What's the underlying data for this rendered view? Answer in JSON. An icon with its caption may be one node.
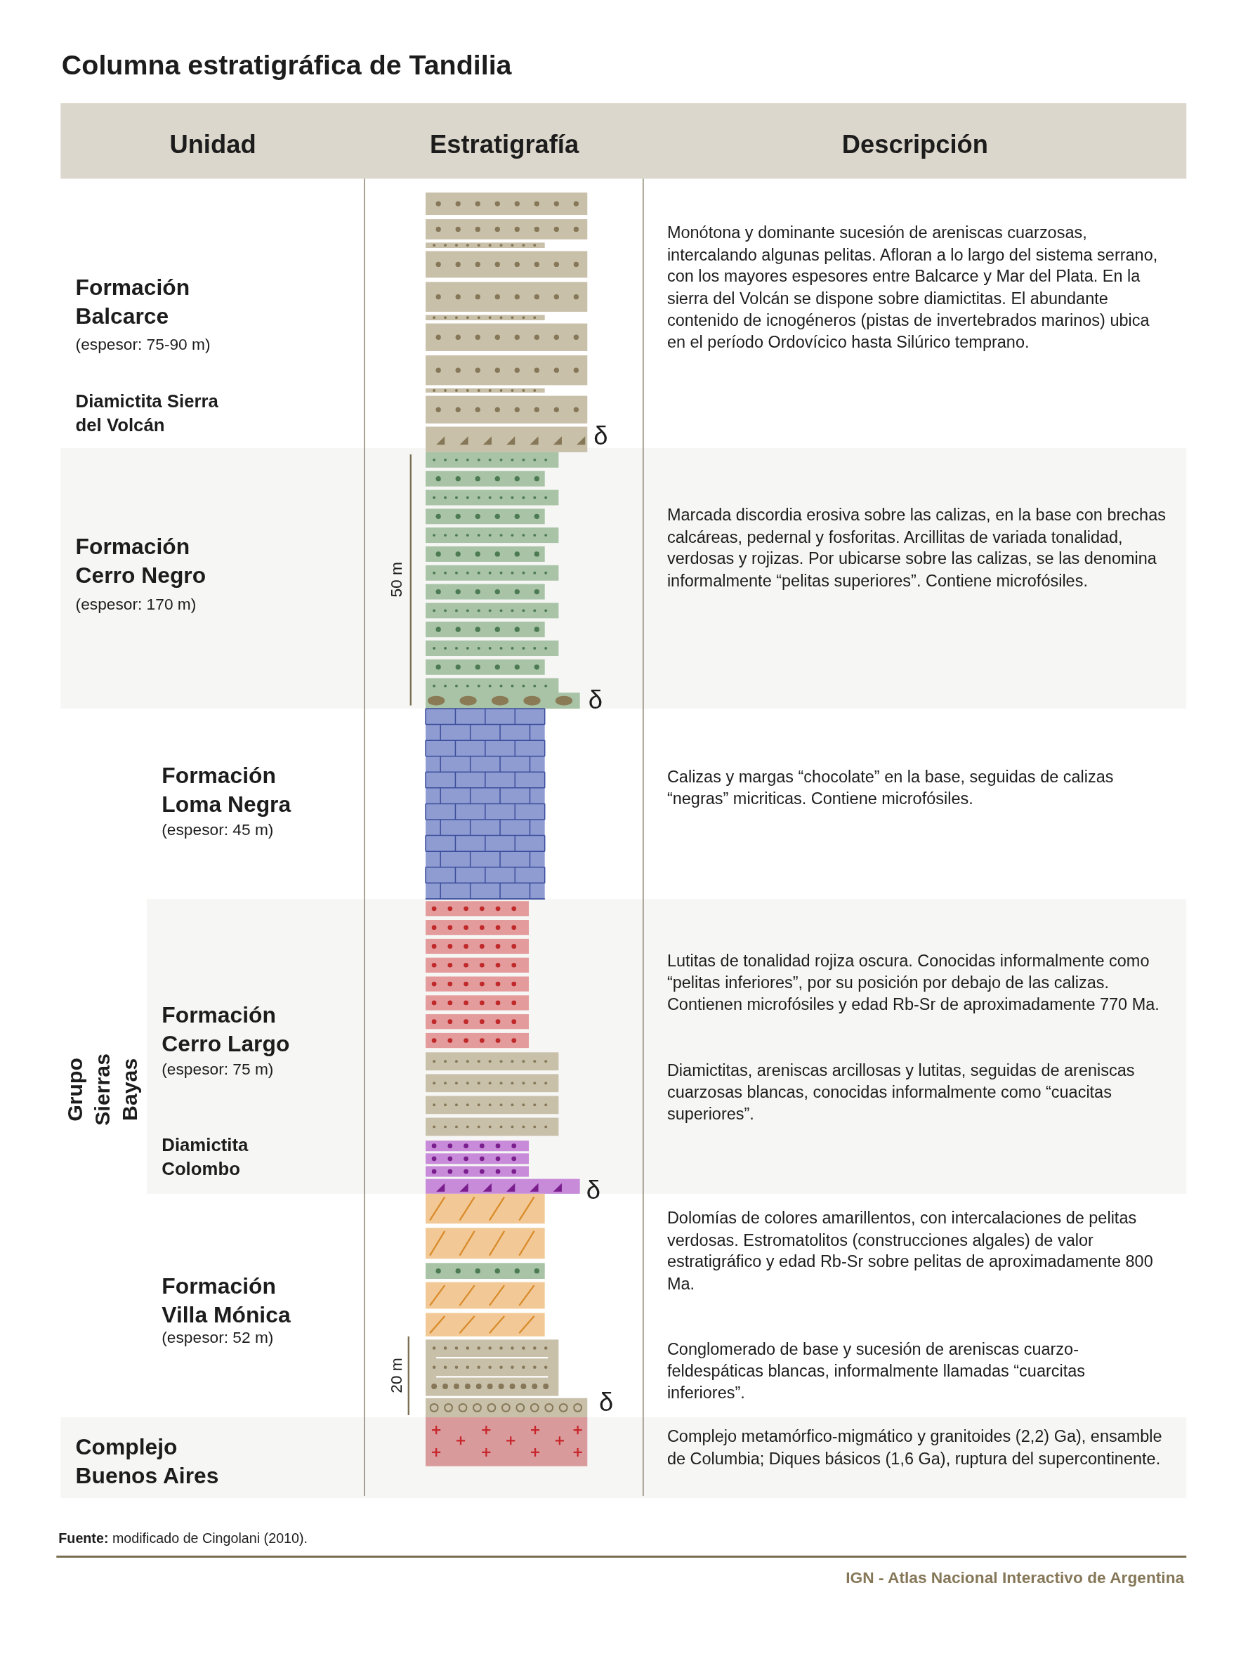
{
  "diagram": {
    "title": "Columna estratigráfica de Tandilia",
    "labels": [
      "Unidad",
      "Estratigrafía",
      "Descripción",
      "Formación Balcarce",
      "(espesor: 75-90 m)",
      "Diamictita Sierra del Volcán",
      "δ",
      "Monótona y dominante sucesión de areniscas cuarzosas, intercalando algunas pelitas. Afloran a lo largo del sistema serrano, con los mayores espesores entre Balcarce y Mar del Plata. En la sierra del Volcán se dispone sobre diamictitas. El abundante contenido de icnogéneros (pistas de invertebrados marinos) ubica en el período Ordovícico hasta Silúrico temprano.",
      "Formación Cerro Negro",
      "(espesor: 170 m)",
      "50 m",
      "δ",
      "Marcada discordia erosiva sobre las calizas, en la base con brechas calcáreas, pedernal y fosforitas. Arcillitas de variada tonalidad, verdosas y rojizas. Por ubicarse sobre las calizas, se las denomina informalmente “pelitas superiores”. Contiene microfósiles.",
      "Grupo Sierras Bayas",
      "Formación Loma Negra",
      "(espesor: 45 m)",
      "Calizas y margas “chocolate” en la base, seguidas de calizas “negras” micriticas. Contiene microfósiles.",
      "Formación Cerro Largo",
      "(espesor: 75 m)",
      "Diamictita Colombo",
      "δ",
      "Lutitas de tonalidad rojiza oscura. Conocidas informalmente como “pelitas inferiores”, por su posición por debajo de las calizas. Contienen microfósiles y edad Rb-Sr de aproximadamente 770 Ma.",
      "Diamictitas, areniscas arcillosas y lutitas, seguidas de areniscas cuarzosas blancas, conocidas informalmente como “cuacitas superiores”.",
      "Formación Villa Mónica",
      "(espesor: 52 m)",
      "20 m",
      "δ",
      "Dolomías de colores amarillentos, con intercalaciones de pelitas verdosas. Estromatolitos (construcciones algales) de valor estratigráfico y edad Rb-Sr sobre pelitas de aproximadamente 800 Ma.",
      "Conglomerado de base y sucesión de areniscas cuarzo-feldespáticas blancas, informalmente llamadas “cuarcitas inferiores”.",
      "Complejo Buenos Aires",
      "Complejo metamórfico-migmático y granitoides (2,2) Ga), ensamble de Columbia; Diques básicos (1,6 Ga), ruptura del supercontinente.",
      "**Fuente:** modificado de Cingolani (2010).",
      "IGN - Atlas Nacional Interactivo de Argentina"
    ]
  }
}
